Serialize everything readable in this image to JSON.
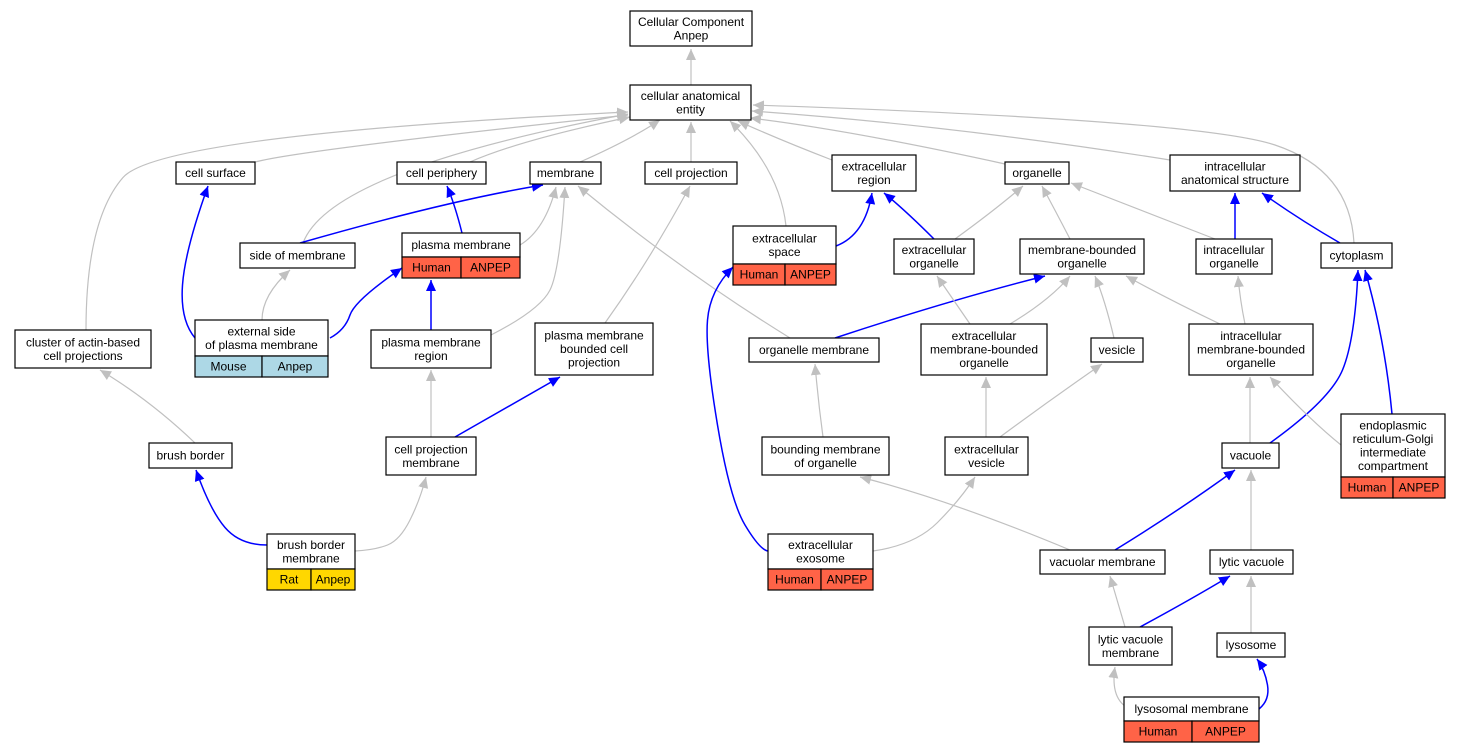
{
  "colors": {
    "is_a_edge": "#c0c0c0",
    "part_of_edge": "#0000ff",
    "human": "#ff6347",
    "mouse": "#add8e6",
    "rat": "#ffd700",
    "node_border": "#000000",
    "node_fill": "#ffffff"
  },
  "nodes": [
    {
      "id": "root",
      "lines": [
        "Cellular Component",
        "Anpep"
      ]
    },
    {
      "id": "cae",
      "lines": [
        "cellular anatomical",
        "entity"
      ]
    },
    {
      "id": "cell_surface",
      "lines": [
        "cell surface"
      ]
    },
    {
      "id": "cell_periphery",
      "lines": [
        "cell periphery"
      ]
    },
    {
      "id": "membrane",
      "lines": [
        "membrane"
      ]
    },
    {
      "id": "cell_projection",
      "lines": [
        "cell projection"
      ]
    },
    {
      "id": "extracellular_region",
      "lines": [
        "extracellular",
        "region"
      ]
    },
    {
      "id": "organelle",
      "lines": [
        "organelle"
      ]
    },
    {
      "id": "ias",
      "lines": [
        "intracellular",
        "anatomical structure"
      ]
    },
    {
      "id": "side_of_membrane",
      "lines": [
        "side of membrane"
      ]
    },
    {
      "id": "plasma_membrane",
      "lines": [
        "plasma membrane"
      ],
      "annot": {
        "species": "Human",
        "gene": "ANPEP"
      }
    },
    {
      "id": "extracellular_space",
      "lines": [
        "extracellular",
        "space"
      ],
      "annot": {
        "species": "Human",
        "gene": "ANPEP"
      }
    },
    {
      "id": "extracellular_organelle",
      "lines": [
        "extracellular",
        "organelle"
      ]
    },
    {
      "id": "mbo",
      "lines": [
        "membrane-bounded",
        "organelle"
      ]
    },
    {
      "id": "intracellular_organelle",
      "lines": [
        "intracellular",
        "organelle"
      ]
    },
    {
      "id": "cytoplasm",
      "lines": [
        "cytoplasm"
      ]
    },
    {
      "id": "cluster_actin",
      "lines": [
        "cluster of actin-based",
        "cell projections"
      ]
    },
    {
      "id": "external_side",
      "lines": [
        "external side",
        "of plasma membrane"
      ],
      "annot": {
        "species": "Mouse",
        "gene": "Anpep"
      }
    },
    {
      "id": "pm_region",
      "lines": [
        "plasma membrane",
        "region"
      ]
    },
    {
      "id": "pm_bounded",
      "lines": [
        "plasma membrane",
        "bounded cell",
        "projection"
      ]
    },
    {
      "id": "organelle_membrane",
      "lines": [
        "organelle membrane"
      ]
    },
    {
      "id": "ext_mbo",
      "lines": [
        "extracellular",
        "membrane-bounded",
        "organelle"
      ]
    },
    {
      "id": "vesicle",
      "lines": [
        "vesicle"
      ]
    },
    {
      "id": "intra_mbo",
      "lines": [
        "intracellular",
        "membrane-bounded",
        "organelle"
      ]
    },
    {
      "id": "brush_border",
      "lines": [
        "brush border"
      ]
    },
    {
      "id": "cp_membrane",
      "lines": [
        "cell projection",
        "membrane"
      ]
    },
    {
      "id": "bounding_membrane",
      "lines": [
        "bounding membrane",
        "of organelle"
      ]
    },
    {
      "id": "ext_vesicle",
      "lines": [
        "extracellular",
        "vesicle"
      ]
    },
    {
      "id": "vacuole",
      "lines": [
        "vacuole"
      ]
    },
    {
      "id": "ergic",
      "lines": [
        "endoplasmic",
        "reticulum-Golgi",
        "intermediate",
        "compartment"
      ],
      "annot": {
        "species": "Human",
        "gene": "ANPEP"
      }
    },
    {
      "id": "bb_membrane",
      "lines": [
        "brush border",
        "membrane"
      ],
      "annot": {
        "species": "Rat",
        "gene": "Anpep"
      }
    },
    {
      "id": "exosome",
      "lines": [
        "extracellular",
        "exosome"
      ],
      "annot": {
        "species": "Human",
        "gene": "ANPEP"
      }
    },
    {
      "id": "vacuolar_membrane",
      "lines": [
        "vacuolar membrane"
      ]
    },
    {
      "id": "lytic_vacuole",
      "lines": [
        "lytic vacuole"
      ]
    },
    {
      "id": "lv_membrane",
      "lines": [
        "lytic vacuole",
        "membrane"
      ]
    },
    {
      "id": "lysosome",
      "lines": [
        "lysosome"
      ]
    },
    {
      "id": "lysosomal_membrane",
      "lines": [
        "lysosomal membrane"
      ],
      "annot": {
        "species": "Human",
        "gene": "ANPEP"
      }
    }
  ],
  "edges": [
    {
      "from": "cae",
      "to": "root",
      "type": "is_a"
    },
    {
      "from": "cell_surface",
      "to": "cae",
      "type": "is_a"
    },
    {
      "from": "cell_periphery",
      "to": "cae",
      "type": "is_a"
    },
    {
      "from": "membrane",
      "to": "cae",
      "type": "is_a"
    },
    {
      "from": "cell_projection",
      "to": "cae",
      "type": "is_a"
    },
    {
      "from": "extracellular_region",
      "to": "cae",
      "type": "is_a"
    },
    {
      "from": "organelle",
      "to": "cae",
      "type": "is_a"
    },
    {
      "from": "ias",
      "to": "cae",
      "type": "is_a"
    },
    {
      "from": "cluster_actin",
      "to": "cae",
      "type": "is_a"
    },
    {
      "from": "side_of_membrane",
      "to": "cae",
      "type": "is_a"
    },
    {
      "from": "extracellular_space",
      "to": "cae",
      "type": "is_a"
    },
    {
      "from": "cytoplasm",
      "to": "cae",
      "type": "is_a"
    },
    {
      "from": "side_of_membrane",
      "to": "membrane",
      "type": "part_of"
    },
    {
      "from": "plasma_membrane",
      "to": "cell_periphery",
      "type": "part_of"
    },
    {
      "from": "plasma_membrane",
      "to": "membrane",
      "type": "is_a"
    },
    {
      "from": "pm_region",
      "to": "membrane",
      "type": "is_a"
    },
    {
      "from": "organelle_membrane",
      "to": "membrane",
      "type": "is_a"
    },
    {
      "from": "extracellular_space",
      "to": "extracellular_region",
      "type": "part_of"
    },
    {
      "from": "extracellular_organelle",
      "to": "extracellular_region",
      "type": "part_of"
    },
    {
      "from": "extracellular_organelle",
      "to": "organelle",
      "type": "is_a"
    },
    {
      "from": "mbo",
      "to": "organelle",
      "type": "is_a"
    },
    {
      "from": "intracellular_organelle",
      "to": "organelle",
      "type": "is_a"
    },
    {
      "from": "intracellular_organelle",
      "to": "ias",
      "type": "part_of"
    },
    {
      "from": "cytoplasm",
      "to": "ias",
      "type": "part_of"
    },
    {
      "from": "external_side",
      "to": "cell_surface",
      "type": "part_of"
    },
    {
      "from": "external_side",
      "to": "side_of_membrane",
      "type": "is_a"
    },
    {
      "from": "external_side",
      "to": "plasma_membrane",
      "type": "part_of"
    },
    {
      "from": "pm_region",
      "to": "plasma_membrane",
      "type": "part_of"
    },
    {
      "from": "pm_bounded",
      "to": "cell_projection",
      "type": "is_a"
    },
    {
      "from": "organelle_membrane",
      "to": "mbo",
      "type": "part_of"
    },
    {
      "from": "ext_mbo",
      "to": "extracellular_organelle",
      "type": "is_a"
    },
    {
      "from": "ext_mbo",
      "to": "mbo",
      "type": "is_a"
    },
    {
      "from": "vesicle",
      "to": "mbo",
      "type": "is_a"
    },
    {
      "from": "intra_mbo",
      "to": "mbo",
      "type": "is_a"
    },
    {
      "from": "intra_mbo",
      "to": "intracellular_organelle",
      "type": "is_a"
    },
    {
      "from": "brush_border",
      "to": "cluster_actin",
      "type": "is_a"
    },
    {
      "from": "cp_membrane",
      "to": "pm_region",
      "type": "is_a"
    },
    {
      "from": "cp_membrane",
      "to": "pm_bounded",
      "type": "part_of"
    },
    {
      "from": "bounding_membrane",
      "to": "organelle_membrane",
      "type": "is_a"
    },
    {
      "from": "ext_vesicle",
      "to": "ext_mbo",
      "type": "is_a"
    },
    {
      "from": "ext_vesicle",
      "to": "vesicle",
      "type": "is_a"
    },
    {
      "from": "vacuole",
      "to": "intra_mbo",
      "type": "is_a"
    },
    {
      "from": "vacuole",
      "to": "cytoplasm",
      "type": "part_of"
    },
    {
      "from": "ergic",
      "to": "intra_mbo",
      "type": "is_a"
    },
    {
      "from": "ergic",
      "to": "cytoplasm",
      "type": "part_of"
    },
    {
      "from": "bb_membrane",
      "to": "brush_border",
      "type": "part_of"
    },
    {
      "from": "bb_membrane",
      "to": "cp_membrane",
      "type": "is_a"
    },
    {
      "from": "exosome",
      "to": "extracellular_space",
      "type": "part_of"
    },
    {
      "from": "exosome",
      "to": "ext_vesicle",
      "type": "is_a"
    },
    {
      "from": "vacuolar_membrane",
      "to": "bounding_membrane",
      "type": "is_a"
    },
    {
      "from": "vacuolar_membrane",
      "to": "vacuole",
      "type": "part_of"
    },
    {
      "from": "lytic_vacuole",
      "to": "vacuole",
      "type": "is_a"
    },
    {
      "from": "lv_membrane",
      "to": "vacuolar_membrane",
      "type": "is_a"
    },
    {
      "from": "lv_membrane",
      "to": "lytic_vacuole",
      "type": "part_of"
    },
    {
      "from": "lysosome",
      "to": "lytic_vacuole",
      "type": "is_a"
    },
    {
      "from": "lysosomal_membrane",
      "to": "lv_membrane",
      "type": "is_a"
    },
    {
      "from": "lysosomal_membrane",
      "to": "lysosome",
      "type": "part_of"
    }
  ]
}
